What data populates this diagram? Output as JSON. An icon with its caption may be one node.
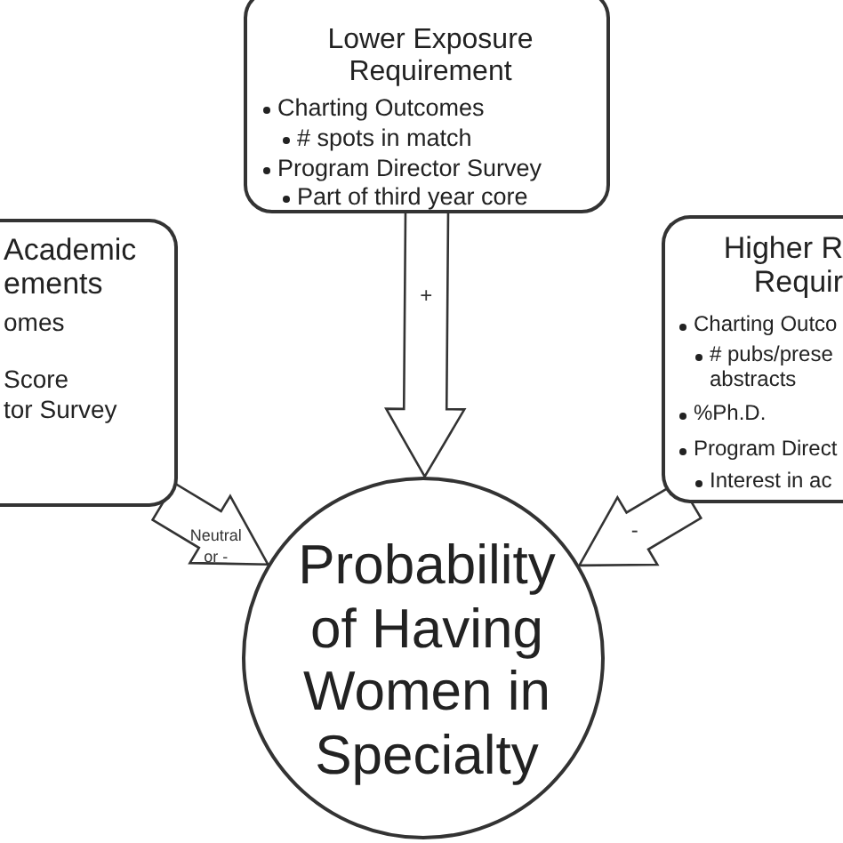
{
  "diagram": {
    "nodes": [
      {
        "text": [
          "Lower Exposure Requirement",
          "Charting Outcomes",
          "# spots in match",
          "Program Director Survey",
          "Part of third year core"
        ]
      },
      {
        "text": [
          "Academic",
          "ements",
          "omes",
          "Score",
          "tor Survey"
        ]
      },
      {
        "text": [
          "Higher R",
          "Requir",
          "Charting Outco",
          "# pubs/prese abstracts",
          "%Ph.D.",
          "Program Direct",
          "Interest in ac"
        ]
      },
      {
        "text": [
          "Probability of Having Women in Specialty"
        ]
      }
    ],
    "edges": [
      {
        "from": 0,
        "to": 3,
        "arrow": "to",
        "label": "+"
      },
      {
        "from": 1,
        "to": 3,
        "arrow": "to",
        "label": "Neutral or -"
      },
      {
        "from": 2,
        "to": 3,
        "arrow": "to",
        "label": "-"
      }
    ]
  }
}
